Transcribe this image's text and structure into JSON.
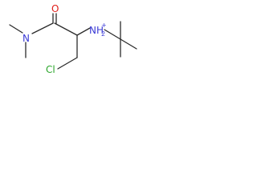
{
  "molecule": {
    "atoms": {
      "oxygen": "O",
      "amide_nitrogen": "N",
      "ammonium_nitrogen": "NH",
      "ammonium_hydrogen_count": "2",
      "ammonium_charge": "+",
      "chlorine": "Cl"
    },
    "colors": {
      "bond": "#2b2b2b",
      "nitrogen": "#3b3bd6",
      "oxygen": "#e0201b",
      "chlorine": "#2aa52a"
    }
  }
}
